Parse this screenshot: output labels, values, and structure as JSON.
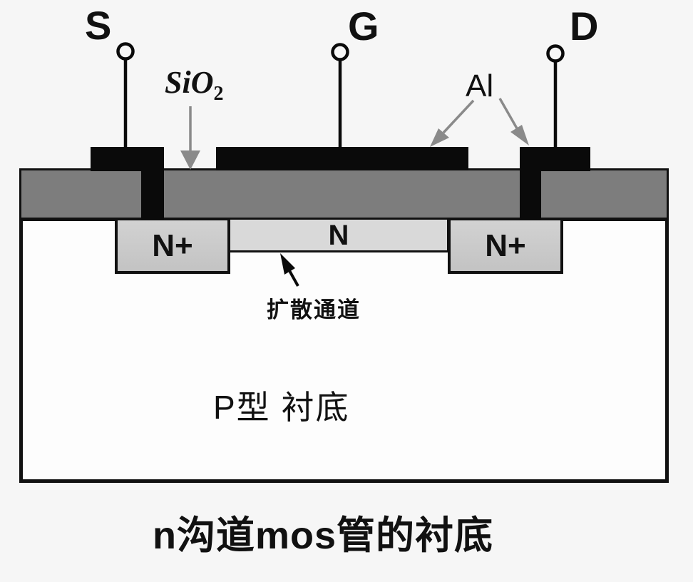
{
  "diagram": {
    "title_caption": "n沟道mos管的衬底",
    "terminals": {
      "source": "S",
      "gate": "G",
      "drain": "D"
    },
    "labels": {
      "oxide_formula": "SiO",
      "oxide_formula_sub": "2",
      "metal": "Al",
      "diffusion_channel": "扩散通道",
      "substrate": "P型 衬底"
    },
    "regions": {
      "n_plus_left": "N+",
      "n_channel": "N",
      "n_plus_right": "N+"
    },
    "colors": {
      "metal_black": "#0a0a0a",
      "oxide_gray": "#7d7d7d",
      "n_plus_gray": "#c9c9c9",
      "channel_gray": "#d9d9d9",
      "substrate_white": "#fdfdfd",
      "background": "#f6f6f6",
      "annotation_arrow_gray": "#8a8a8a",
      "outline_black": "#111111"
    }
  }
}
